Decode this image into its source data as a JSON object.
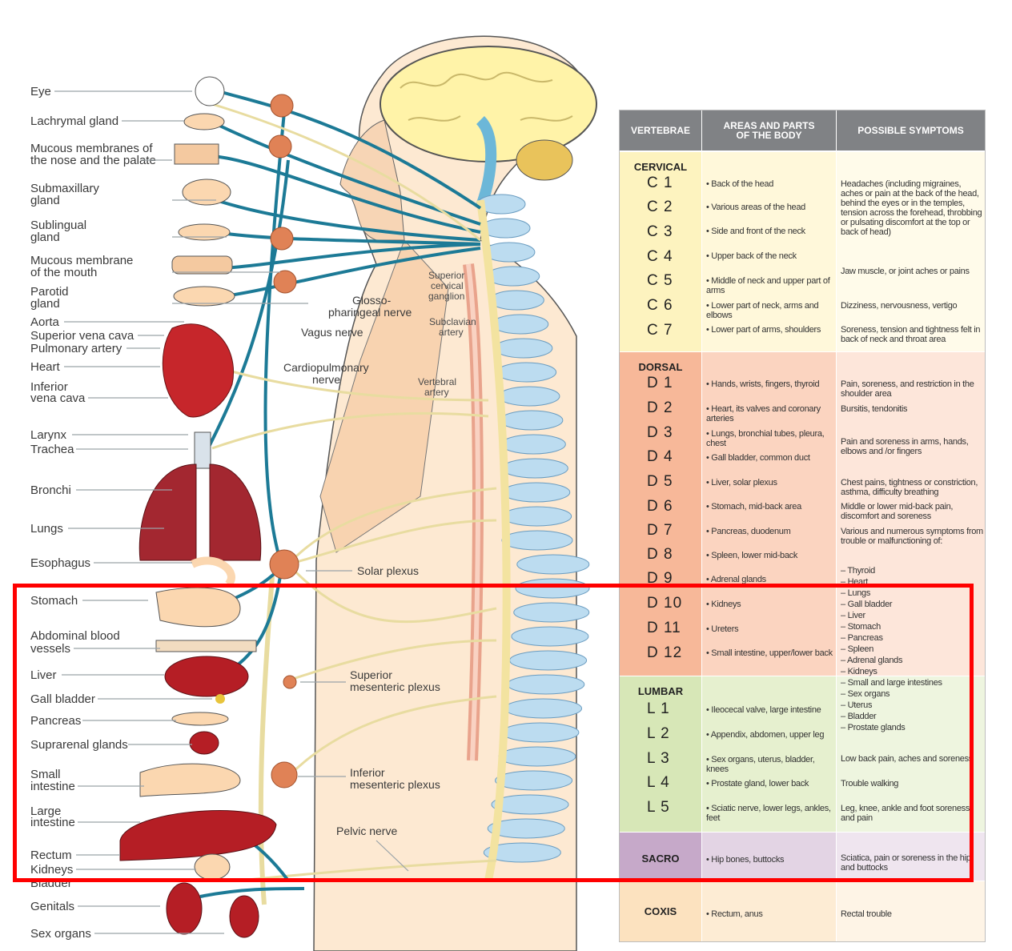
{
  "organs": [
    {
      "key": "eye",
      "text": "Eye"
    },
    {
      "key": "lachrymal",
      "text": "Lachrymal gland"
    },
    {
      "key": "mucous_nose_1",
      "text": "Mucous membranes of"
    },
    {
      "key": "mucous_nose_2",
      "text": "the nose and the palate"
    },
    {
      "key": "submax_1",
      "text": "Submaxillary"
    },
    {
      "key": "submax_2",
      "text": "gland"
    },
    {
      "key": "subling_1",
      "text": "Sublingual"
    },
    {
      "key": "subling_2",
      "text": "gland"
    },
    {
      "key": "mouth_1",
      "text": "Mucous membrane"
    },
    {
      "key": "mouth_2",
      "text": "of the mouth"
    },
    {
      "key": "parotid_1",
      "text": "Parotid"
    },
    {
      "key": "parotid_2",
      "text": "gland"
    },
    {
      "key": "aorta",
      "text": "Aorta"
    },
    {
      "key": "svc",
      "text": "Superior vena cava"
    },
    {
      "key": "pulm",
      "text": "Pulmonary artery"
    },
    {
      "key": "heart",
      "text": "Heart"
    },
    {
      "key": "ivc_1",
      "text": "Inferior"
    },
    {
      "key": "ivc_2",
      "text": "vena cava"
    },
    {
      "key": "larynx",
      "text": "Larynx"
    },
    {
      "key": "trachea",
      "text": "Trachea"
    },
    {
      "key": "bronchi",
      "text": "Bronchi"
    },
    {
      "key": "lungs",
      "text": "Lungs"
    },
    {
      "key": "esophagus",
      "text": "Esophagus"
    },
    {
      "key": "stomach",
      "text": "Stomach"
    },
    {
      "key": "abd_1",
      "text": "Abdominal blood"
    },
    {
      "key": "abd_2",
      "text": "vessels"
    },
    {
      "key": "liver",
      "text": "Liver"
    },
    {
      "key": "gall",
      "text": "Gall bladder"
    },
    {
      "key": "pancreas",
      "text": "Pancreas"
    },
    {
      "key": "suprarenal",
      "text": "Suprarenal glands"
    },
    {
      "key": "smallint_1",
      "text": "Small"
    },
    {
      "key": "smallint_2",
      "text": "intestine"
    },
    {
      "key": "largeint_1",
      "text": "Large"
    },
    {
      "key": "largeint_2",
      "text": "intestine"
    },
    {
      "key": "rectum",
      "text": "Rectum"
    },
    {
      "key": "kidneys",
      "text": "Kidneys"
    },
    {
      "key": "bladder",
      "text": "Bladder"
    },
    {
      "key": "genitals",
      "text": "Genitals"
    },
    {
      "key": "sexorgans",
      "text": "Sex organs"
    }
  ],
  "nerves": {
    "glosso_1": "Glosso-",
    "glosso_2": "pharingeal nerve",
    "vagus": "Vagus nerve",
    "cardio_1": "Cardiopulmonary",
    "cardio_2": "nerve",
    "sup_cerv_1": "Superior",
    "sup_cerv_2": "cervical",
    "sup_cerv_3": "ganglion",
    "subclav_1": "Subclavian",
    "subclav_2": "artery",
    "vert_1": "Vertebral",
    "vert_2": "artery",
    "solar": "Solar plexus",
    "sup_mes_1": "Superior",
    "sup_mes_2": "mesenteric plexus",
    "inf_mes_1": "Inferior",
    "inf_mes_2": "mesenteric plexus",
    "pelvic": "Pelvic nerve"
  },
  "chart": {
    "headers": {
      "vertebrae": "VERTEBRAE",
      "areas_1": "AREAS AND PARTS",
      "areas_2": "OF THE BODY",
      "symptoms": "POSSIBLE SYMPTOMS"
    },
    "sections": {
      "cervical": {
        "name": "CERVICAL",
        "color_l": "#fdf3bf",
        "color_m": "#fff8da",
        "color_r": "#fffbea"
      },
      "dorsal": {
        "name": "DORSAL",
        "color_l": "#f7b899",
        "color_m": "#fbd4c0",
        "color_r": "#fde6da"
      },
      "lumbar": {
        "name": "LUMBAR",
        "color_l": "#d7e7b7",
        "color_m": "#e6f0cf",
        "color_r": "#eef5df"
      },
      "sacro": {
        "name": "SACRO",
        "color_l": "#c6a9c9",
        "color_m": "#e3d4e4",
        "color_r": "#efe5ef"
      },
      "coxis": {
        "name": "COXIS",
        "color_l": "#fce2bf",
        "color_m": "#fdecd4",
        "color_r": "#fef4e6"
      }
    },
    "vertebrae": [
      "C 1",
      "C 2",
      "C 3",
      "C 4",
      "C 5",
      "C 6",
      "C 7",
      "D 1",
      "D 2",
      "D 3",
      "D 4",
      "D 5",
      "D 6",
      "D 7",
      "D 8",
      "D 9",
      "D 10",
      "D 11",
      "D 12",
      "L 1",
      "L 2",
      "L 3",
      "L 4",
      "L 5"
    ],
    "areas": [
      "• Back of the head",
      "• Various areas of the head",
      "• Side and front of the neck",
      "• Upper back of the neck",
      "• Middle of neck and upper part of arms",
      "• Lower part of neck, arms and elbows",
      "• Lower part of arms, shoulders",
      "• Hands, wrists, fingers, thyroid",
      "• Heart, its valves and coronary arteries",
      "• Lungs, bronchial tubes, pleura, chest",
      "• Gall bladder, common duct",
      "• Liver, solar plexus",
      "• Stomach, mid-back area",
      "• Pancreas, duodenum",
      "• Spleen, lower mid-back",
      "• Adrenal glands",
      "• Kidneys",
      "• Ureters",
      "• Small intestine, upper/lower back",
      "• Ileocecal valve, large intestine",
      "• Appendix, abdomen, upper leg",
      "• Sex organs, uterus, bladder, knees",
      "• Prostate gland, lower back",
      "• Sciatic nerve, lower legs, ankles, feet",
      "• Hip bones, buttocks",
      "• Rectum, anus"
    ],
    "symptoms": [
      "Headaches (including migraines, aches or pain at the back of the head, behind the eyes or in the temples, tension across the forehead, throbbing or pulsating discomfort at the top or back of head)",
      "Jaw muscle, or joint aches or pains",
      "Dizziness, nervousness, vertigo",
      "Soreness, tension and tightness felt in back of neck and throat area",
      "Pain, soreness, and restriction in the shoulder area",
      "Bursitis, tendonitis",
      "Pain and soreness in arms, hands, elbows and /or fingers",
      "Chest pains, tightness or constriction, asthma, difficulty breathing",
      "Middle or lower mid-back pain, discomfort and soreness",
      "Various and numerous symptoms from trouble or malfunctioning of:",
      "– Thyroid\n– Heart\n– Lungs\n– Gall bladder\n– Liver\n– Stomach\n– Pancreas\n– Spleen\n– Adrenal glands\n– Kidneys\n– Small and large intestines\n– Sex organs\n– Uterus\n– Bladder\n– Prostate glands",
      "Low back pain, aches and soreness",
      "Trouble walking",
      "Leg, knee, ankle and foot soreness and pain",
      "Sciatica, pain or soreness in the hip and buttocks",
      "Rectal trouble"
    ]
  }
}
